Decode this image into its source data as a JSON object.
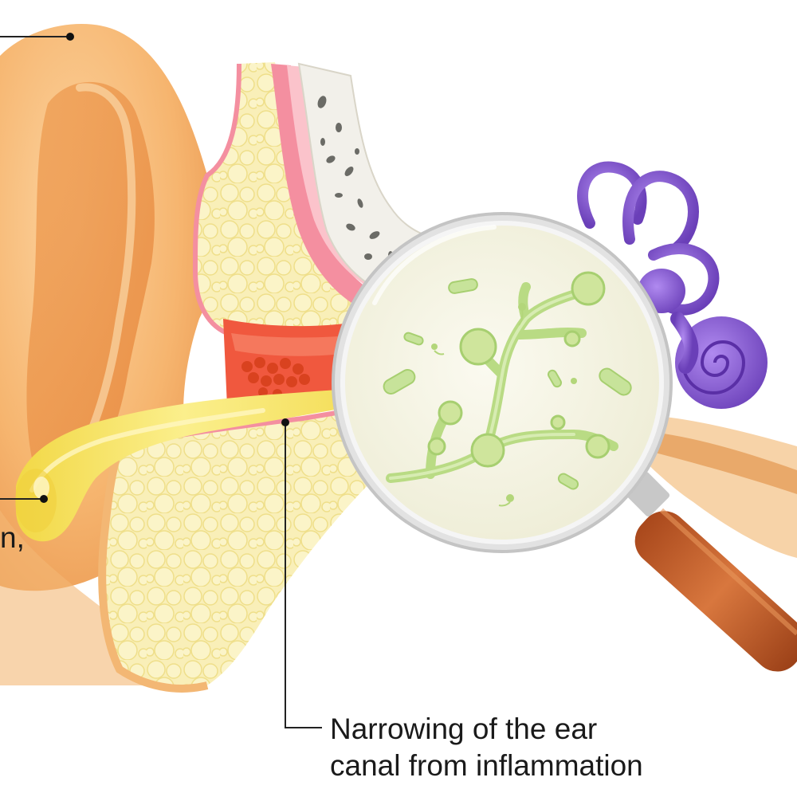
{
  "labels": {
    "narrowing": {
      "line1": "Narrowing of the ear",
      "line2": "canal from inflammation"
    },
    "partial_left": {
      "text": "n,"
    }
  },
  "colors": {
    "skin": "#f6b56f",
    "skin_light": "#fcd9a6",
    "skin_dark": "#e8944f",
    "fat_tissue": "#f9efb8",
    "fat_cell_stroke": "#efe08a",
    "pink_membrane": "#f48fa0",
    "bone": "#f2f0ea",
    "bone_pores": "#6b6b66",
    "discharge": "#f6e46a",
    "discharge_dark": "#e6c23a",
    "inflammation": "#f0583e",
    "inner_ear": "#8a5cd6",
    "inner_ear_dark": "#6a3fb8",
    "lens_fill": "#f7f6e6",
    "lens_rim": "#d6d6d6",
    "microbe": "#c7e39a",
    "microbe_dark": "#a7cf70",
    "handle": "#c8612a",
    "handle_dark": "#8f3f17",
    "callout_line": "#222222"
  },
  "icons": {
    "magnifier": "magnifying-glass-icon"
  }
}
